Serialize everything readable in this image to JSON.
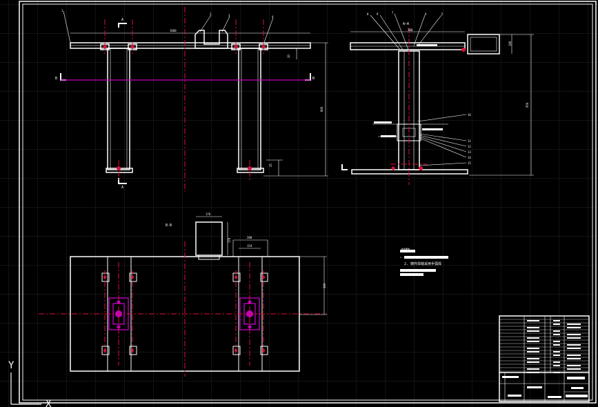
{
  "view_labels": {
    "section_a_top": "A",
    "section_a_bottom": "A",
    "section_aa": "A—A",
    "section_bb": "B-B",
    "section_b_left": "B",
    "section_b_right": "B"
  },
  "dimensions": {
    "front_width": "1600",
    "front_height": "800",
    "front_small": "20",
    "front_right": "25",
    "side_top": "300",
    "side_height": "950",
    "side_box": "180",
    "plan_box_w": "176",
    "plan_box_h": "170",
    "plan_w1": "200",
    "plan_w2": "154",
    "plan_h": "380"
  },
  "callouts": {
    "front": [
      "1",
      "2",
      "3",
      "4"
    ],
    "side_top": [
      "8",
      "9",
      "7",
      "6",
      "5"
    ],
    "side_right": [
      "16",
      "11",
      "12",
      "13",
      "14",
      "15"
    ]
  },
  "notes": {
    "heading": "技术要求",
    "line1": "1.",
    "line2": "2. 铸件焊缝采用手弧焊",
    "line3": "3.",
    "line4": "4."
  },
  "ucs": {
    "y_label": "Y",
    "x_label": "X"
  },
  "colors": {
    "line": "#ffffff",
    "center": "#e0103a",
    "section": "#c400c4",
    "grid": "#2a2a34",
    "bg": "#000000"
  }
}
